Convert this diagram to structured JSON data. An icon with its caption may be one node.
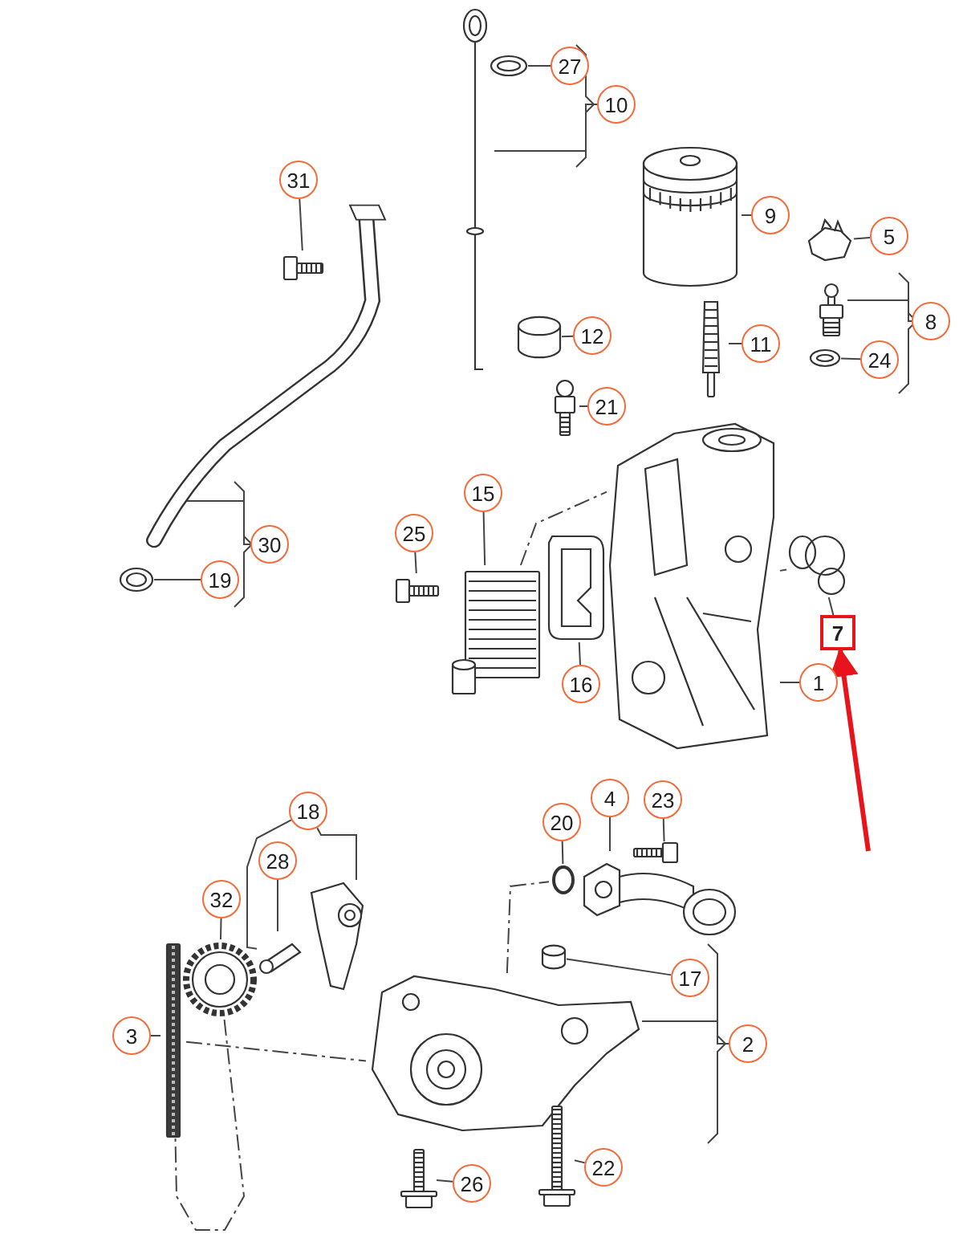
{
  "diagram": {
    "nodes": [
      {
        "text": [],
        "shape": "picture"
      },
      {
        "text": [],
        "shape": "picture"
      },
      {
        "text": [
          "27"
        ]
      },
      {
        "text": [
          "10"
        ]
      },
      {
        "text": [],
        "shape": "picture"
      },
      {
        "text": [],
        "shape": "picture",
        "in": 4
      },
      {
        "text": [
          "31"
        ]
      },
      {
        "text": [],
        "shape": "picture"
      },
      {
        "text": [
          "9"
        ]
      },
      {
        "text": [],
        "shape": "picture"
      },
      {
        "text": [
          "5"
        ]
      },
      {
        "text": [],
        "shape": "picture"
      },
      {
        "text": [
          "8"
        ]
      },
      {
        "text": [],
        "shape": "cylinder"
      },
      {
        "text": [
          "12"
        ]
      },
      {
        "text": [],
        "shape": "picture"
      },
      {
        "text": [
          "11"
        ]
      },
      {
        "text": [],
        "shape": "picture"
      },
      {
        "text": [
          "24"
        ]
      },
      {
        "text": [],
        "shape": "picture"
      },
      {
        "text": [
          "21"
        ]
      },
      {
        "text": [],
        "shape": "picture"
      },
      {
        "text": [
          "15"
        ]
      },
      {
        "text": [],
        "shape": "picture"
      },
      {
        "text": [
          "25"
        ]
      },
      {
        "text": [],
        "shape": "picture"
      },
      {
        "text": [],
        "shape": "picture"
      },
      {
        "text": [
          "7"
        ]
      },
      {
        "text": [],
        "shape": "picture"
      },
      {
        "text": [
          "30"
        ]
      },
      {
        "text": [
          "19"
        ]
      },
      {
        "text": [],
        "shape": "picture"
      },
      {
        "text": [
          "16"
        ]
      },
      {
        "text": [
          "1"
        ]
      },
      {
        "text": [
          "18"
        ]
      },
      {
        "text": [],
        "shape": "picture"
      },
      {
        "text": [],
        "shape": "picture"
      },
      {
        "text": [
          "28"
        ]
      },
      {
        "text": [],
        "shape": "picture"
      },
      {
        "text": [
          "32"
        ]
      },
      {
        "text": [],
        "shape": "picture"
      },
      {
        "text": [
          "3"
        ]
      },
      {
        "text": [],
        "shape": "circle"
      },
      {
        "text": [
          "20"
        ]
      },
      {
        "text": [],
        "shape": "picture"
      },
      {
        "text": [
          "4"
        ]
      },
      {
        "text": [],
        "shape": "picture"
      },
      {
        "text": [
          "23"
        ]
      },
      {
        "text": [],
        "shape": "cylinder"
      },
      {
        "text": [
          "17"
        ]
      },
      {
        "text": [],
        "shape": "picture"
      },
      {
        "text": [
          "2"
        ]
      },
      {
        "text": [],
        "shape": "picture"
      },
      {
        "text": [
          "26"
        ]
      },
      {
        "text": [],
        "shape": "picture"
      },
      {
        "text": [
          "22"
        ]
      }
    ],
    "edges": [
      {
        "from": 2,
        "to": 1,
        "arrow": "none"
      },
      {
        "from": 3,
        "to": 0,
        "arrow": "none"
      },
      {
        "from": 6,
        "to": 5,
        "arrow": "none"
      },
      {
        "from": 8,
        "to": 7,
        "arrow": "none"
      },
      {
        "from": 10,
        "to": 9,
        "arrow": "none"
      },
      {
        "from": 12,
        "to": 11,
        "arrow": "none"
      },
      {
        "from": 14,
        "to": 13,
        "arrow": "none"
      },
      {
        "from": 16,
        "to": 15,
        "arrow": "none"
      },
      {
        "from": 18,
        "to": 17,
        "arrow": "none"
      },
      {
        "from": 20,
        "to": 19,
        "arrow": "none"
      },
      {
        "from": 22,
        "to": 21,
        "arrow": "none"
      },
      {
        "from": 24,
        "to": 23,
        "arrow": "none"
      },
      {
        "from": 27,
        "to": 26,
        "arrow": "none"
      },
      {
        "from": 29,
        "to": 4,
        "arrow": "none"
      },
      {
        "from": 30,
        "to": 28,
        "arrow": "none"
      },
      {
        "from": 32,
        "to": 31,
        "arrow": "none"
      },
      {
        "from": 33,
        "to": 25,
        "arrow": "none"
      },
      {
        "from": 34,
        "to": 35,
        "arrow": "none"
      },
      {
        "from": 37,
        "to": 36,
        "arrow": "none"
      },
      {
        "from": 39,
        "to": 38,
        "arrow": "none"
      },
      {
        "from": 41,
        "to": 40,
        "arrow": "none"
      },
      {
        "from": 43,
        "to": 42,
        "arrow": "none"
      },
      {
        "from": 45,
        "to": 44,
        "arrow": "none"
      },
      {
        "from": 47,
        "to": 46,
        "arrow": "none"
      },
      {
        "from": 49,
        "to": 48,
        "arrow": "none"
      },
      {
        "from": 51,
        "to": 50,
        "arrow": "none"
      },
      {
        "from": 53,
        "to": 52,
        "arrow": "none"
      },
      {
        "from": 55,
        "to": 54,
        "arrow": "none"
      },
      {
        "from": null,
        "to": 27,
        "arrow": "to",
        "style": "thick",
        "color": "#e8141b"
      },
      {
        "from": 34,
        "to": 36,
        "arrow": "none"
      },
      {
        "from": 21,
        "to": 25,
        "arrow": "none",
        "style": "dashed"
      },
      {
        "from": 25,
        "to": 26,
        "arrow": "none",
        "style": "dashed"
      },
      {
        "from": 50,
        "to": 42,
        "arrow": "none",
        "style": "dashed"
      },
      {
        "from": 40,
        "to": 50,
        "arrow": "none",
        "style": "dashed"
      },
      {
        "from": 38,
        "to": 40,
        "arrow": "none",
        "style": "dashed"
      }
    ]
  }
}
